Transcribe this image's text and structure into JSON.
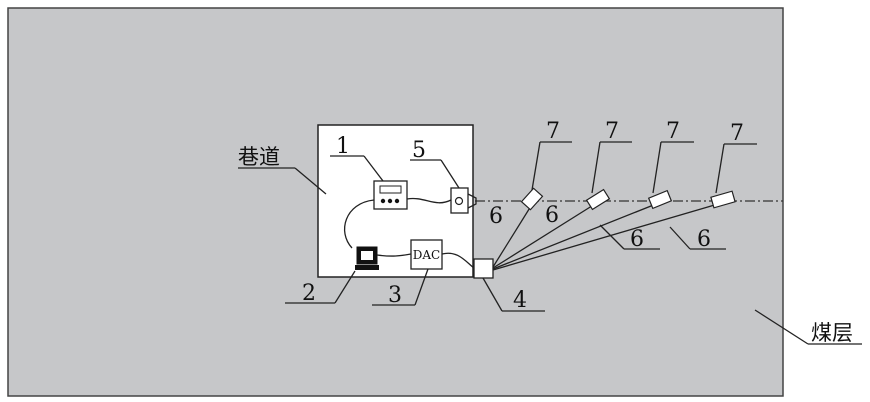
{
  "diagram": {
    "region_labels": {
      "roadway": "巷道",
      "coal_seam": "煤层"
    },
    "device_labels": {
      "dac": "DAC"
    },
    "callouts": {
      "c1": "1",
      "c2": "2",
      "c3": "3",
      "c4": "4",
      "c5": "5",
      "c6a": "6",
      "c6b": "6",
      "c6c": "6",
      "c6d": "6",
      "c7a": "7",
      "c7b": "7",
      "c7c": "7",
      "c7d": "7"
    },
    "colors": {
      "coal_seam_fill": "#c6c7c9",
      "roadway_fill": "#ffffff",
      "line": "#222222"
    }
  }
}
